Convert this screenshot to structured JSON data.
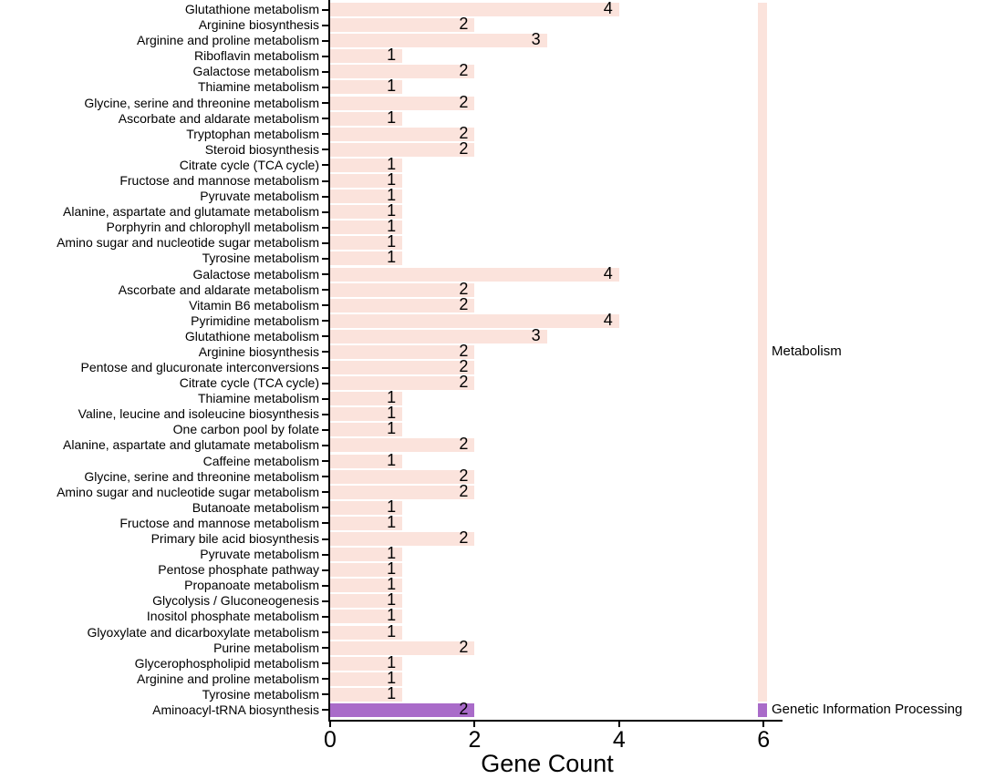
{
  "chart_data": {
    "type": "bar",
    "orientation": "horizontal",
    "xlabel": "Gene Count",
    "ylabel": "",
    "xlim": [
      0,
      6.3
    ],
    "x_ticks": [
      0,
      2,
      4,
      6
    ],
    "grid": false,
    "legend_position": "right-annotation-strips",
    "axis_color": "#000000",
    "text_color": "#000000",
    "groups": [
      {
        "id": "metabolism",
        "label": "Metabolism",
        "color": "#FBE3DC"
      },
      {
        "id": "genetic_info",
        "label": "Genetic Information Processing",
        "color": "#A96BC9"
      }
    ],
    "rows": [
      {
        "label": "Glutathione metabolism",
        "value": 4,
        "group": "metabolism"
      },
      {
        "label": "Arginine biosynthesis",
        "value": 2,
        "group": "metabolism"
      },
      {
        "label": "Arginine and proline metabolism",
        "value": 3,
        "group": "metabolism"
      },
      {
        "label": "Riboflavin metabolism",
        "value": 1,
        "group": "metabolism"
      },
      {
        "label": "Galactose metabolism",
        "value": 2,
        "group": "metabolism"
      },
      {
        "label": "Thiamine metabolism",
        "value": 1,
        "group": "metabolism"
      },
      {
        "label": "Glycine, serine and threonine metabolism",
        "value": 2,
        "group": "metabolism"
      },
      {
        "label": "Ascorbate and aldarate metabolism",
        "value": 1,
        "group": "metabolism"
      },
      {
        "label": "Tryptophan metabolism",
        "value": 2,
        "group": "metabolism"
      },
      {
        "label": "Steroid biosynthesis",
        "value": 2,
        "group": "metabolism"
      },
      {
        "label": "Citrate cycle (TCA cycle)",
        "value": 1,
        "group": "metabolism"
      },
      {
        "label": "Fructose and mannose metabolism",
        "value": 1,
        "group": "metabolism"
      },
      {
        "label": "Pyruvate metabolism",
        "value": 1,
        "group": "metabolism"
      },
      {
        "label": "Alanine, aspartate and glutamate metabolism",
        "value": 1,
        "group": "metabolism"
      },
      {
        "label": "Porphyrin and chlorophyll metabolism",
        "value": 1,
        "group": "metabolism"
      },
      {
        "label": "Amino sugar and nucleotide sugar metabolism",
        "value": 1,
        "group": "metabolism"
      },
      {
        "label": "Tyrosine metabolism",
        "value": 1,
        "group": "metabolism"
      },
      {
        "label": "Galactose metabolism",
        "value": 4,
        "group": "metabolism"
      },
      {
        "label": "Ascorbate and aldarate metabolism",
        "value": 2,
        "group": "metabolism"
      },
      {
        "label": "Vitamin B6 metabolism",
        "value": 2,
        "group": "metabolism"
      },
      {
        "label": "Pyrimidine metabolism",
        "value": 4,
        "group": "metabolism"
      },
      {
        "label": "Glutathione metabolism",
        "value": 3,
        "group": "metabolism"
      },
      {
        "label": "Arginine biosynthesis",
        "value": 2,
        "group": "metabolism"
      },
      {
        "label": "Pentose and glucuronate interconversions",
        "value": 2,
        "group": "metabolism"
      },
      {
        "label": "Citrate cycle (TCA cycle)",
        "value": 2,
        "group": "metabolism"
      },
      {
        "label": "Thiamine metabolism",
        "value": 1,
        "group": "metabolism"
      },
      {
        "label": "Valine, leucine and isoleucine biosynthesis",
        "value": 1,
        "group": "metabolism"
      },
      {
        "label": "One carbon pool by folate",
        "value": 1,
        "group": "metabolism"
      },
      {
        "label": "Alanine, aspartate and glutamate metabolism",
        "value": 2,
        "group": "metabolism"
      },
      {
        "label": "Caffeine metabolism",
        "value": 1,
        "group": "metabolism"
      },
      {
        "label": "Glycine, serine and threonine metabolism",
        "value": 2,
        "group": "metabolism"
      },
      {
        "label": "Amino sugar and nucleotide sugar metabolism",
        "value": 2,
        "group": "metabolism"
      },
      {
        "label": "Butanoate metabolism",
        "value": 1,
        "group": "metabolism"
      },
      {
        "label": "Fructose and mannose metabolism",
        "value": 1,
        "group": "metabolism"
      },
      {
        "label": "Primary bile acid biosynthesis",
        "value": 2,
        "group": "metabolism"
      },
      {
        "label": "Pyruvate metabolism",
        "value": 1,
        "group": "metabolism"
      },
      {
        "label": "Pentose phosphate pathway",
        "value": 1,
        "group": "metabolism"
      },
      {
        "label": "Propanoate metabolism",
        "value": 1,
        "group": "metabolism"
      },
      {
        "label": "Glycolysis / Gluconeogenesis",
        "value": 1,
        "group": "metabolism"
      },
      {
        "label": "Inositol phosphate metabolism",
        "value": 1,
        "group": "metabolism"
      },
      {
        "label": "Glyoxylate and dicarboxylate metabolism",
        "value": 1,
        "group": "metabolism"
      },
      {
        "label": "Purine metabolism",
        "value": 2,
        "group": "metabolism"
      },
      {
        "label": "Glycerophospholipid metabolism",
        "value": 1,
        "group": "metabolism"
      },
      {
        "label": "Arginine and proline metabolism",
        "value": 1,
        "group": "metabolism"
      },
      {
        "label": "Tyrosine metabolism",
        "value": 1,
        "group": "metabolism"
      },
      {
        "label": "Aminoacyl-tRNA biosynthesis",
        "value": 2,
        "group": "genetic_info"
      }
    ]
  }
}
